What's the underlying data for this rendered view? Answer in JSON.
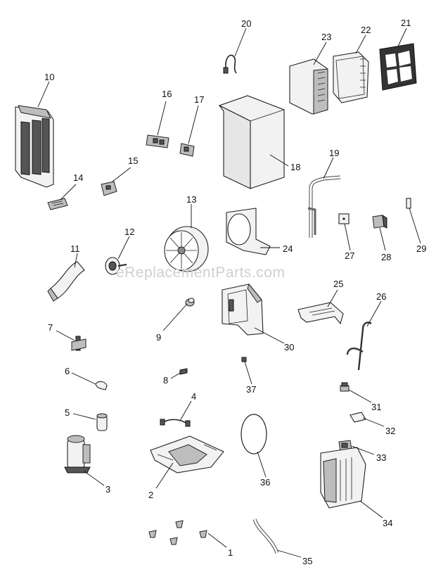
{
  "watermark": "eReplacementParts.com",
  "parts": [
    {
      "id": "1",
      "label": "1"
    },
    {
      "id": "2",
      "label": "2"
    },
    {
      "id": "3",
      "label": "3"
    },
    {
      "id": "4",
      "label": "4"
    },
    {
      "id": "5",
      "label": "5"
    },
    {
      "id": "6",
      "label": "6"
    },
    {
      "id": "7",
      "label": "7"
    },
    {
      "id": "8",
      "label": "8"
    },
    {
      "id": "9",
      "label": "9"
    },
    {
      "id": "10",
      "label": "10"
    },
    {
      "id": "11",
      "label": "11"
    },
    {
      "id": "12",
      "label": "12"
    },
    {
      "id": "13",
      "label": "13"
    },
    {
      "id": "14",
      "label": "14"
    },
    {
      "id": "15",
      "label": "15"
    },
    {
      "id": "16",
      "label": "16"
    },
    {
      "id": "17",
      "label": "17"
    },
    {
      "id": "18",
      "label": "18"
    },
    {
      "id": "19",
      "label": "19"
    },
    {
      "id": "20",
      "label": "20"
    },
    {
      "id": "21",
      "label": "21"
    },
    {
      "id": "22",
      "label": "22"
    },
    {
      "id": "23",
      "label": "23"
    },
    {
      "id": "24",
      "label": "24"
    },
    {
      "id": "25",
      "label": "25"
    },
    {
      "id": "26",
      "label": "26"
    },
    {
      "id": "27",
      "label": "27"
    },
    {
      "id": "28",
      "label": "28"
    },
    {
      "id": "29",
      "label": "29"
    },
    {
      "id": "30",
      "label": "30"
    },
    {
      "id": "31",
      "label": "31"
    },
    {
      "id": "32",
      "label": "32"
    },
    {
      "id": "33",
      "label": "33"
    },
    {
      "id": "34",
      "label": "34"
    },
    {
      "id": "35",
      "label": "35"
    },
    {
      "id": "36",
      "label": "36"
    },
    {
      "id": "37",
      "label": "37"
    }
  ]
}
